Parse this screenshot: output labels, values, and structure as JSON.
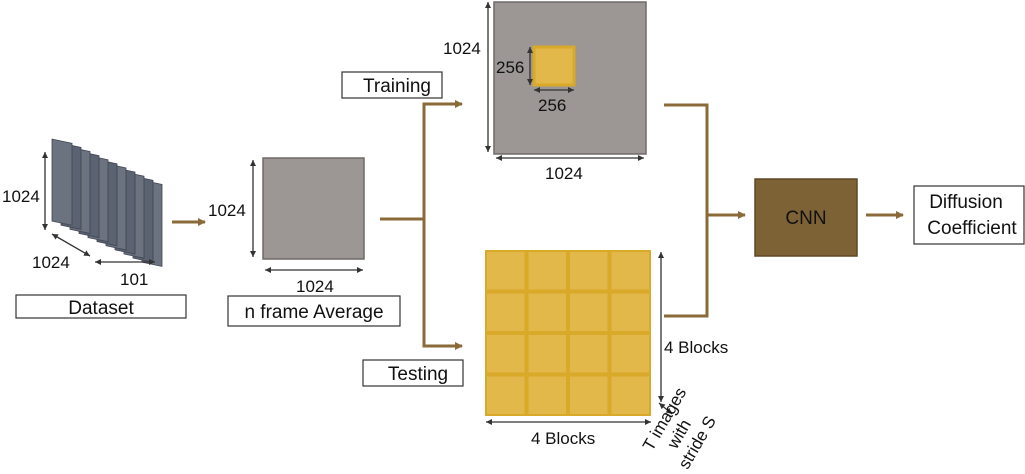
{
  "colors": {
    "frame_gray": "#9c9694",
    "frame_dark": "#6b7280",
    "block_gold": "#e2b84a",
    "block_border": "#d9a92a",
    "flow_brown": "#8b6a3a",
    "cnn_fill": "#7d6236",
    "dim_line": "#333333"
  },
  "dataset": {
    "label": "Dataset",
    "height_dim": "1024",
    "width_dim": "1024",
    "depth_dim": "101"
  },
  "average": {
    "label": "n frame Average",
    "height_dim": "1024",
    "width_dim": "1024"
  },
  "training": {
    "label": "Training",
    "image_height_dim": "1024",
    "image_width_dim": "1024",
    "patch_height_dim": "256",
    "patch_width_dim": "256"
  },
  "testing": {
    "label": "Testing",
    "rows_label": "4 Blocks",
    "cols_label": "4 Blocks",
    "stride_label_lines": [
      "T images",
      "with",
      "stride S"
    ]
  },
  "cnn": {
    "label": "CNN"
  },
  "output": {
    "label_lines": [
      "Diffusion",
      "Coefficient"
    ]
  },
  "icons": {
    "stack": "image-stack-icon",
    "frame": "frame-square-icon",
    "patch": "patch-square-icon",
    "grid": "block-grid-icon",
    "arrow": "flow-arrow-icon"
  }
}
